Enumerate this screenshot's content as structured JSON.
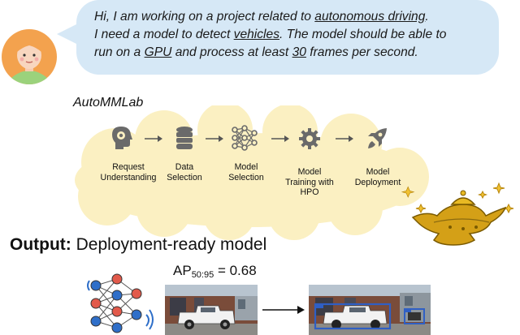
{
  "request": {
    "line1_a": "Hi, I am working on a project related to ",
    "line1_u": "autonomous driving",
    "line1_b": ".",
    "line2_a": "I need a model to detect ",
    "line2_u": "vehicles",
    "line2_b": ". The model should be able to",
    "line3_a": "run on a ",
    "line3_u1": "GPU",
    "line3_b": " and process at least ",
    "line3_u2": "30",
    "line3_c": " frames per second."
  },
  "brand": "AutoMMLab",
  "pipeline": {
    "steps": [
      {
        "label1": "Request",
        "label2": "Understanding",
        "label3": "",
        "icon": "head-gear-icon"
      },
      {
        "label1": "Data",
        "label2": "Selection",
        "label3": "",
        "icon": "database-icon"
      },
      {
        "label1": "Model",
        "label2": "Selection",
        "label3": "",
        "icon": "neural-network-icon"
      },
      {
        "label1": "Model",
        "label2": "Training with",
        "label3": "HPO",
        "icon": "gear-icon"
      },
      {
        "label1": "Model",
        "label2": "Deployment",
        "label3": "",
        "icon": "rocket-icon"
      }
    ]
  },
  "output": {
    "prefix": "Output:",
    "text": " Deployment-ready model"
  },
  "metric": {
    "name": "AP",
    "sub": "50:95",
    "value": " = 0.68"
  },
  "colors": {
    "bubble": "#d6e8f6",
    "cloud": "#fbf0c2",
    "network_node_blue": "#2f6fc9",
    "network_node_red": "#e25a4b",
    "detection_box": "#2f5fc4"
  }
}
